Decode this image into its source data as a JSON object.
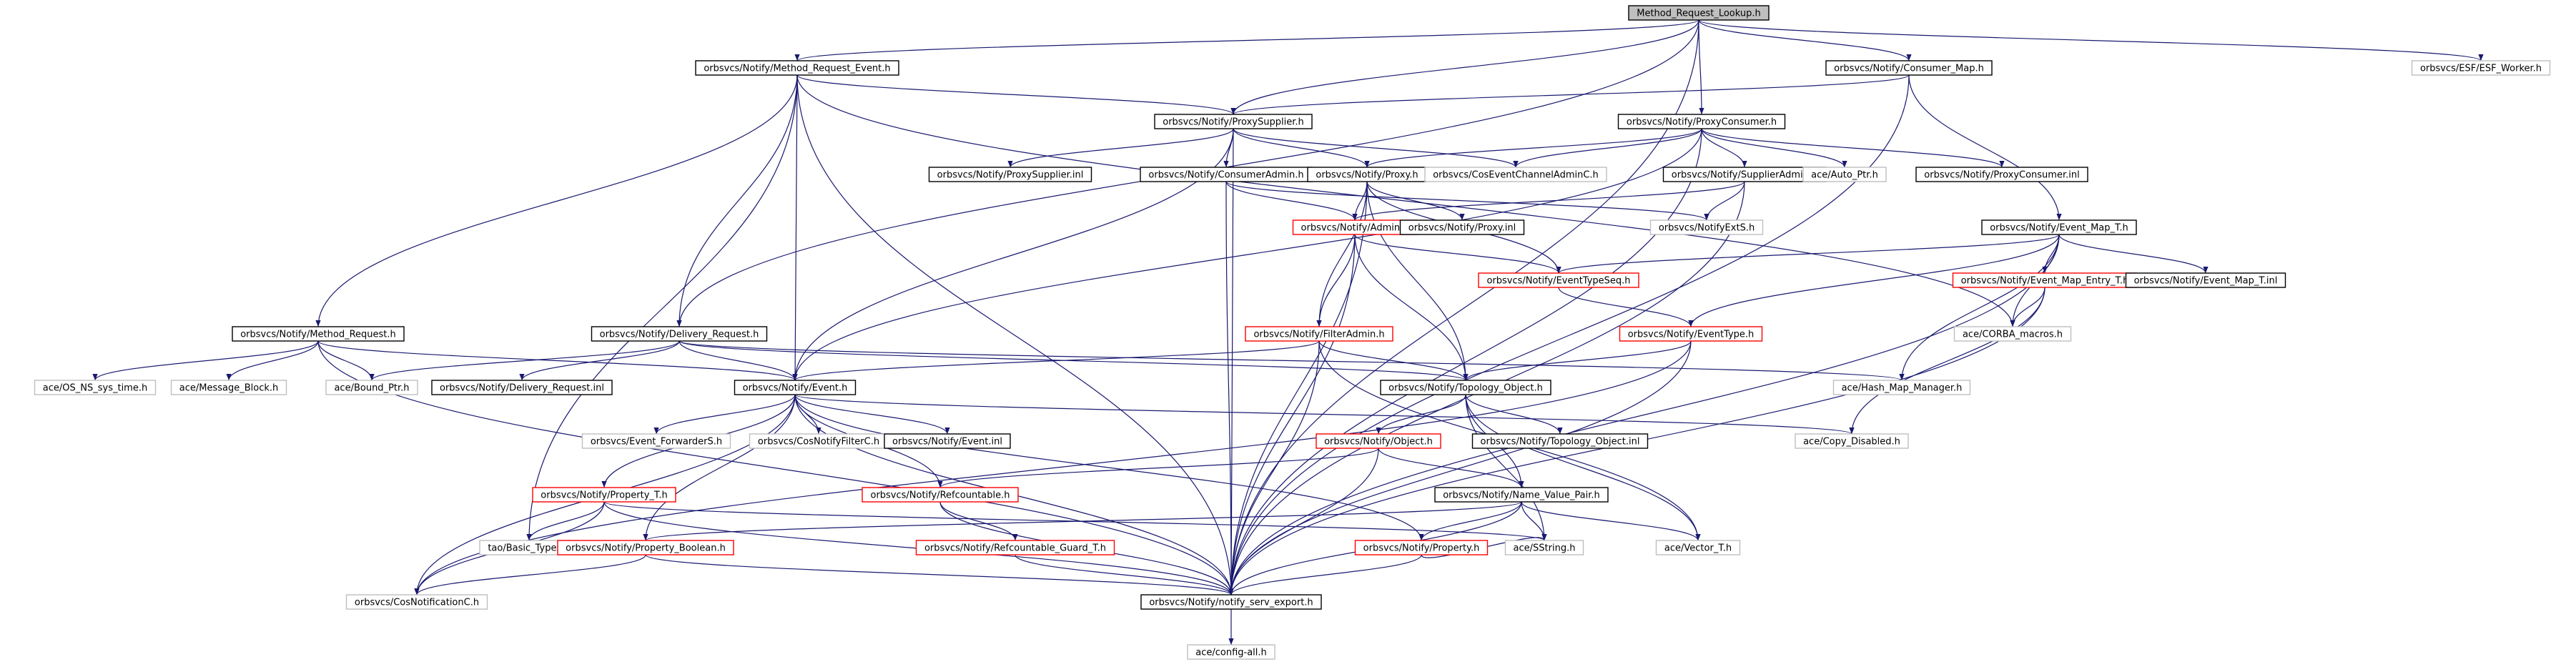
{
  "colors": {
    "background": "#ffffff",
    "edge": "#191970",
    "root_fill": "#bfbfbf",
    "border_documented": "#000000",
    "border_incomplete": "#ff0000",
    "border_external": "#bfbfbf",
    "text": "#000000"
  },
  "nodes": [
    {
      "id": "n0",
      "label": "Method_Request_Lookup.h",
      "kind": "root"
    },
    {
      "id": "n1",
      "label": "orbsvcs/Notify/Method_Request_Event.h",
      "kind": "documented"
    },
    {
      "id": "n2",
      "label": "orbsvcs/Notify/Consumer_Map.h",
      "kind": "documented"
    },
    {
      "id": "n3",
      "label": "orbsvcs/ESF/ESF_Worker.h",
      "kind": "external"
    },
    {
      "id": "n4",
      "label": "orbsvcs/Notify/ProxySupplier.h",
      "kind": "documented"
    },
    {
      "id": "n5",
      "label": "orbsvcs/Notify/ProxyConsumer.h",
      "kind": "documented"
    },
    {
      "id": "n6",
      "label": "orbsvcs/Notify/ProxySupplier.inl",
      "kind": "documented"
    },
    {
      "id": "n7",
      "label": "orbsvcs/Notify/ConsumerAdmin.h",
      "kind": "documented"
    },
    {
      "id": "n8",
      "label": "orbsvcs/Notify/Proxy.h",
      "kind": "documented"
    },
    {
      "id": "n9",
      "label": "orbsvcs/CosEventChannelAdminC.h",
      "kind": "external"
    },
    {
      "id": "n10",
      "label": "orbsvcs/Notify/SupplierAdmin.h",
      "kind": "documented"
    },
    {
      "id": "n11",
      "label": "ace/Auto_Ptr.h",
      "kind": "external"
    },
    {
      "id": "n12",
      "label": "orbsvcs/Notify/ProxyConsumer.inl",
      "kind": "documented"
    },
    {
      "id": "n13",
      "label": "orbsvcs/Notify/Admin.h",
      "kind": "incomplete"
    },
    {
      "id": "n14",
      "label": "orbsvcs/Notify/Proxy.inl",
      "kind": "documented"
    },
    {
      "id": "n15",
      "label": "orbsvcs/NotifyExtS.h",
      "kind": "external"
    },
    {
      "id": "n16",
      "label": "orbsvcs/Notify/Event_Map_T.h",
      "kind": "documented"
    },
    {
      "id": "n17",
      "label": "orbsvcs/Notify/EventTypeSeq.h",
      "kind": "incomplete"
    },
    {
      "id": "n18",
      "label": "orbsvcs/Notify/Event_Map_Entry_T.h",
      "kind": "incomplete"
    },
    {
      "id": "n19",
      "label": "orbsvcs/Notify/Event_Map_T.inl",
      "kind": "documented"
    },
    {
      "id": "n20",
      "label": "ace/CORBA_macros.h",
      "kind": "external"
    },
    {
      "id": "n21",
      "label": "orbsvcs/Notify/FilterAdmin.h",
      "kind": "incomplete"
    },
    {
      "id": "n22",
      "label": "orbsvcs/Notify/EventType.h",
      "kind": "incomplete"
    },
    {
      "id": "n23",
      "label": "orbsvcs/Notify/Method_Request.h",
      "kind": "documented"
    },
    {
      "id": "n24",
      "label": "orbsvcs/Notify/Delivery_Request.h",
      "kind": "documented"
    },
    {
      "id": "n25",
      "label": "ace/Hash_Map_Manager.h",
      "kind": "external"
    },
    {
      "id": "n26",
      "label": "ace/OS_NS_sys_time.h",
      "kind": "external"
    },
    {
      "id": "n27",
      "label": "ace/Message_Block.h",
      "kind": "external"
    },
    {
      "id": "n28",
      "label": "ace/Bound_Ptr.h",
      "kind": "external"
    },
    {
      "id": "n29",
      "label": "orbsvcs/Notify/Delivery_Request.inl",
      "kind": "documented"
    },
    {
      "id": "n30",
      "label": "orbsvcs/Notify/Event.h",
      "kind": "documented"
    },
    {
      "id": "n31",
      "label": "orbsvcs/Notify/Topology_Object.h",
      "kind": "documented"
    },
    {
      "id": "n32",
      "label": "orbsvcs/Event_ForwarderS.h",
      "kind": "external"
    },
    {
      "id": "n33",
      "label": "orbsvcs/CosNotifyFilterC.h",
      "kind": "external"
    },
    {
      "id": "n34",
      "label": "orbsvcs/Notify/Event.inl",
      "kind": "documented"
    },
    {
      "id": "n35",
      "label": "orbsvcs/Notify/Object.h",
      "kind": "incomplete"
    },
    {
      "id": "n36",
      "label": "orbsvcs/Notify/Topology_Object.inl",
      "kind": "documented"
    },
    {
      "id": "n37",
      "label": "ace/Copy_Disabled.h",
      "kind": "external"
    },
    {
      "id": "n38",
      "label": "orbsvcs/Notify/Property_T.h",
      "kind": "incomplete"
    },
    {
      "id": "n39",
      "label": "orbsvcs/Notify/Refcountable.h",
      "kind": "incomplete"
    },
    {
      "id": "n40",
      "label": "orbsvcs/Notify/Name_Value_Pair.h",
      "kind": "documented"
    },
    {
      "id": "n41",
      "label": "tao/Basic_Types.h",
      "kind": "external"
    },
    {
      "id": "n42",
      "label": "orbsvcs/Notify/Property_Boolean.h",
      "kind": "incomplete"
    },
    {
      "id": "n43",
      "label": "orbsvcs/Notify/Refcountable_Guard_T.h",
      "kind": "incomplete"
    },
    {
      "id": "n44",
      "label": "orbsvcs/Notify/Property.h",
      "kind": "incomplete"
    },
    {
      "id": "n45",
      "label": "ace/SString.h",
      "kind": "external"
    },
    {
      "id": "n46",
      "label": "ace/Vector_T.h",
      "kind": "external"
    },
    {
      "id": "n47",
      "label": "orbsvcs/CosNotificationC.h",
      "kind": "external"
    },
    {
      "id": "n48",
      "label": "orbsvcs/Notify/notify_serv_export.h",
      "kind": "documented"
    },
    {
      "id": "n49",
      "label": "ace/config-all.h",
      "kind": "external"
    }
  ],
  "edges": [
    [
      "n0",
      "n1"
    ],
    [
      "n0",
      "n2"
    ],
    [
      "n0",
      "n3"
    ],
    [
      "n0",
      "n4"
    ],
    [
      "n0",
      "n5"
    ],
    [
      "n0",
      "n24"
    ],
    [
      "n0",
      "n48"
    ],
    [
      "n1",
      "n4"
    ],
    [
      "n1",
      "n23"
    ],
    [
      "n1",
      "n24"
    ],
    [
      "n1",
      "n30"
    ],
    [
      "n1",
      "n20"
    ],
    [
      "n1",
      "n41"
    ],
    [
      "n1",
      "n48"
    ],
    [
      "n2",
      "n4"
    ],
    [
      "n2",
      "n16"
    ],
    [
      "n2",
      "n48"
    ],
    [
      "n4",
      "n6"
    ],
    [
      "n4",
      "n7"
    ],
    [
      "n4",
      "n8"
    ],
    [
      "n4",
      "n9"
    ],
    [
      "n4",
      "n30"
    ],
    [
      "n4",
      "n48"
    ],
    [
      "n5",
      "n9"
    ],
    [
      "n5",
      "n10"
    ],
    [
      "n5",
      "n11"
    ],
    [
      "n5",
      "n12"
    ],
    [
      "n5",
      "n8"
    ],
    [
      "n5",
      "n30"
    ],
    [
      "n5",
      "n48"
    ],
    [
      "n7",
      "n13"
    ],
    [
      "n7",
      "n15"
    ],
    [
      "n7",
      "n48"
    ],
    [
      "n8",
      "n13"
    ],
    [
      "n8",
      "n14"
    ],
    [
      "n8",
      "n17"
    ],
    [
      "n8",
      "n21"
    ],
    [
      "n8",
      "n31"
    ],
    [
      "n8",
      "n48"
    ],
    [
      "n10",
      "n13"
    ],
    [
      "n10",
      "n15"
    ],
    [
      "n10",
      "n48"
    ],
    [
      "n13",
      "n17"
    ],
    [
      "n13",
      "n21"
    ],
    [
      "n13",
      "n31"
    ],
    [
      "n13",
      "n48"
    ],
    [
      "n16",
      "n17"
    ],
    [
      "n16",
      "n18"
    ],
    [
      "n16",
      "n19"
    ],
    [
      "n16",
      "n20"
    ],
    [
      "n16",
      "n22"
    ],
    [
      "n16",
      "n25"
    ],
    [
      "n16",
      "n48"
    ],
    [
      "n17",
      "n22"
    ],
    [
      "n18",
      "n20"
    ],
    [
      "n18",
      "n37"
    ],
    [
      "n18",
      "n48"
    ],
    [
      "n21",
      "n30"
    ],
    [
      "n21",
      "n31"
    ],
    [
      "n21",
      "n46"
    ],
    [
      "n21",
      "n48"
    ],
    [
      "n22",
      "n31"
    ],
    [
      "n22",
      "n47"
    ],
    [
      "n22",
      "n48"
    ],
    [
      "n23",
      "n26"
    ],
    [
      "n23",
      "n27"
    ],
    [
      "n23",
      "n28"
    ],
    [
      "n23",
      "n30"
    ],
    [
      "n23",
      "n48"
    ],
    [
      "n24",
      "n28"
    ],
    [
      "n24",
      "n29"
    ],
    [
      "n24",
      "n30"
    ],
    [
      "n24",
      "n31"
    ],
    [
      "n24",
      "n25"
    ],
    [
      "n30",
      "n32"
    ],
    [
      "n30",
      "n33"
    ],
    [
      "n30",
      "n34"
    ],
    [
      "n30",
      "n37"
    ],
    [
      "n30",
      "n38"
    ],
    [
      "n30",
      "n39"
    ],
    [
      "n30",
      "n42"
    ],
    [
      "n30",
      "n44"
    ],
    [
      "n30",
      "n47"
    ],
    [
      "n30",
      "n48"
    ],
    [
      "n31",
      "n35"
    ],
    [
      "n31",
      "n36"
    ],
    [
      "n31",
      "n40"
    ],
    [
      "n31",
      "n45"
    ],
    [
      "n31",
      "n46"
    ],
    [
      "n35",
      "n39"
    ],
    [
      "n35",
      "n40"
    ],
    [
      "n35",
      "n48"
    ],
    [
      "n38",
      "n41"
    ],
    [
      "n38",
      "n45"
    ],
    [
      "n38",
      "n47"
    ],
    [
      "n38",
      "n48"
    ],
    [
      "n39",
      "n43"
    ],
    [
      "n39",
      "n48"
    ],
    [
      "n40",
      "n42"
    ],
    [
      "n40",
      "n44"
    ],
    [
      "n40",
      "n45"
    ],
    [
      "n40",
      "n46"
    ],
    [
      "n40",
      "n48"
    ],
    [
      "n42",
      "n47"
    ],
    [
      "n42",
      "n48"
    ],
    [
      "n43",
      "n48"
    ],
    [
      "n44",
      "n45"
    ],
    [
      "n44",
      "n48"
    ],
    [
      "n48",
      "n49"
    ]
  ]
}
